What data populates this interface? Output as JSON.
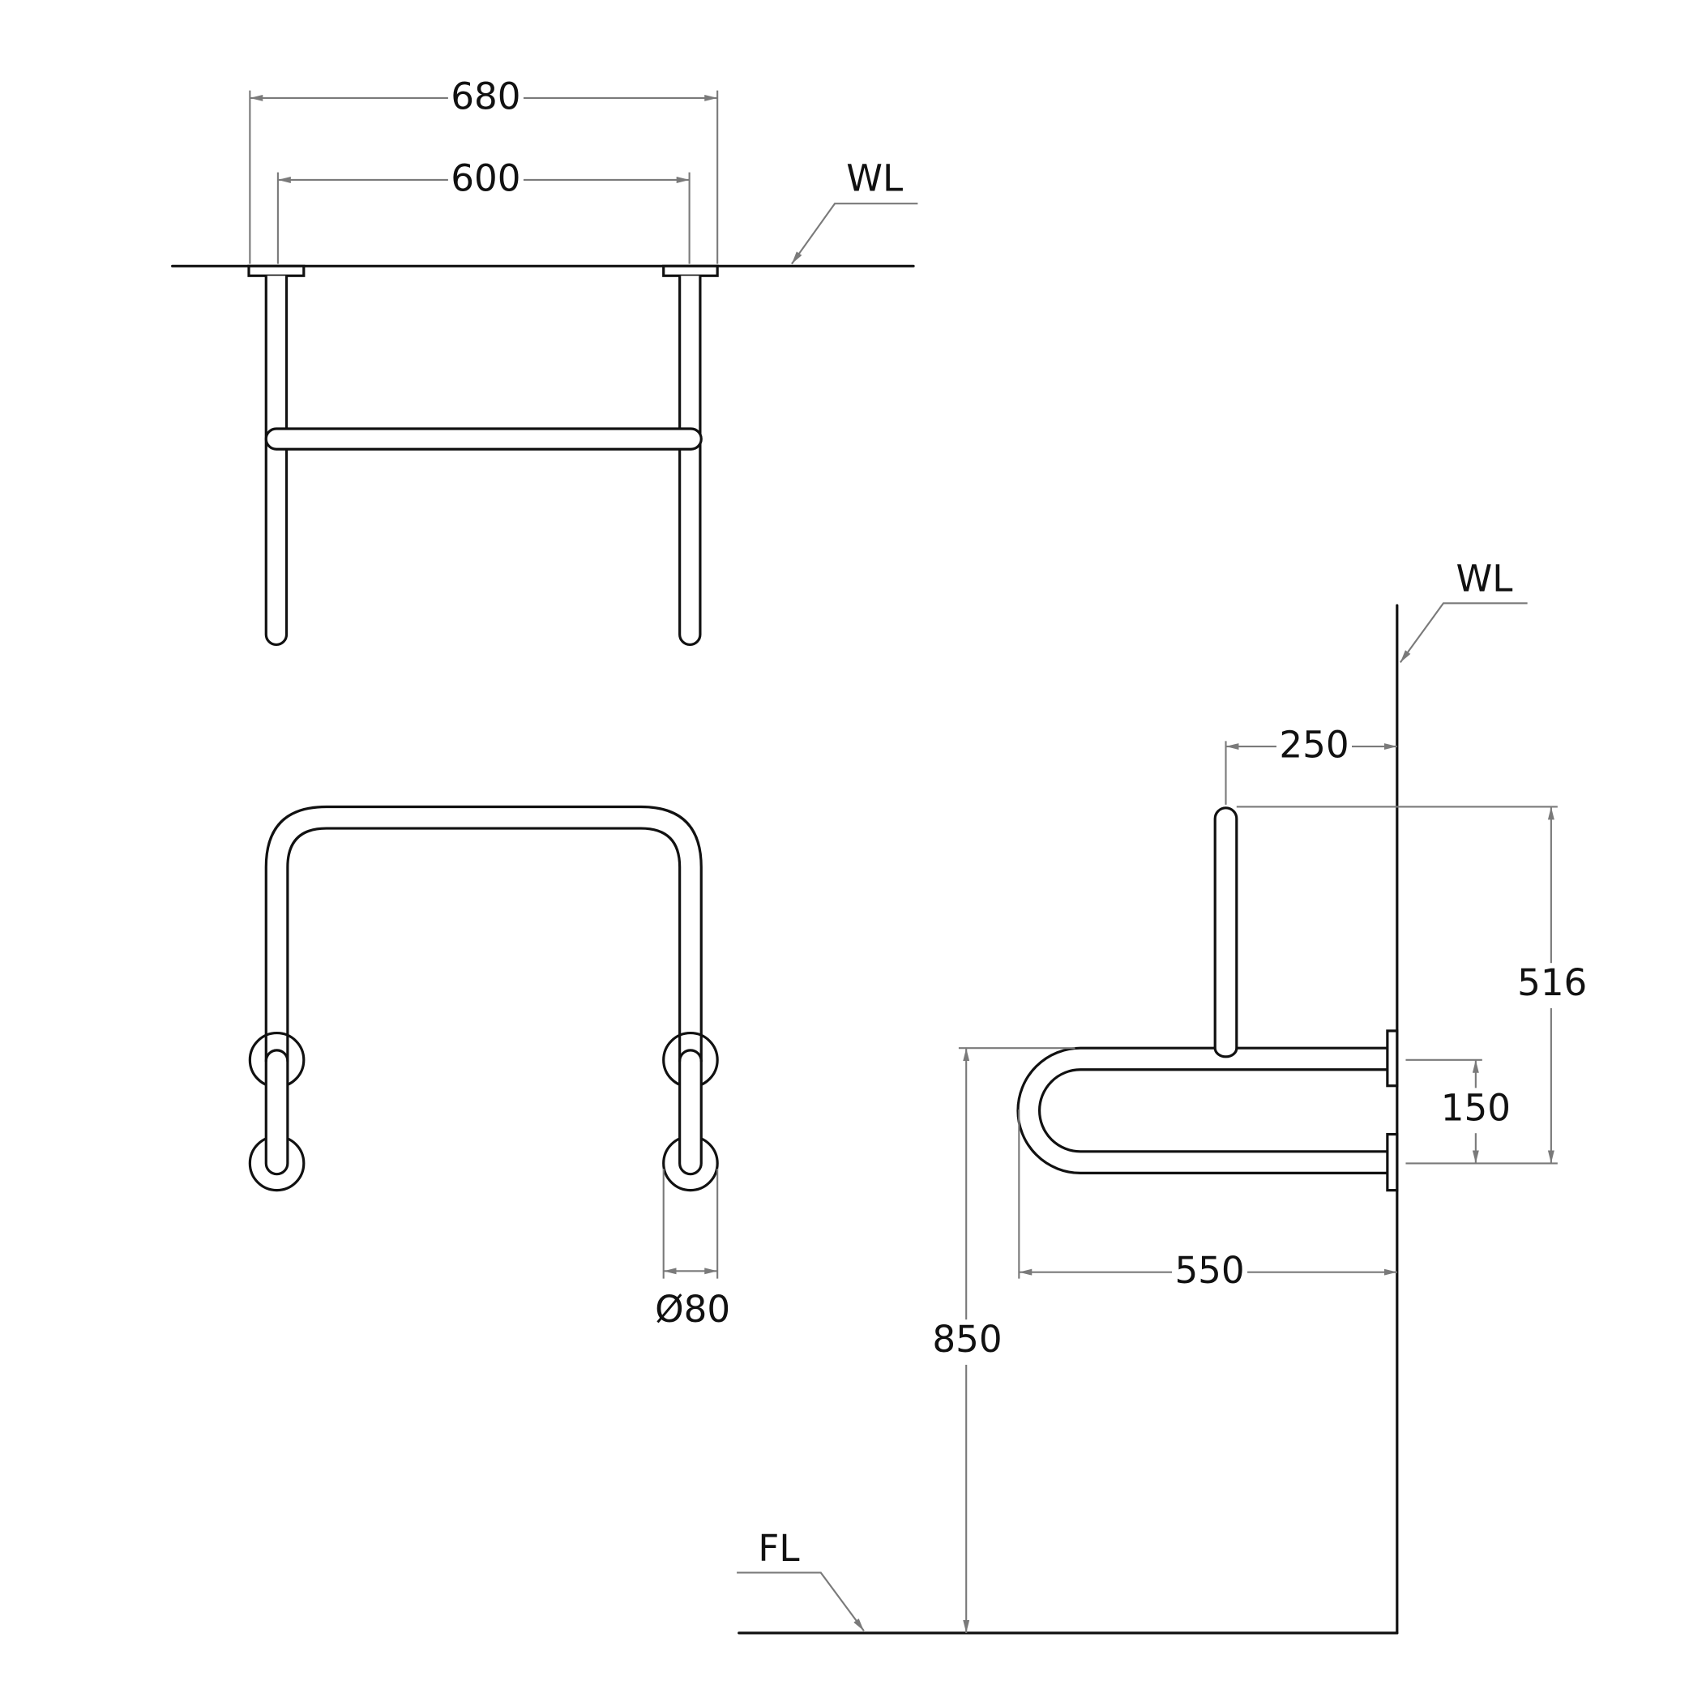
{
  "top_view": {
    "overall_width_label": "680",
    "center_width_label": "600",
    "wall_label": "WL"
  },
  "front_view": {
    "flange_diameter_label": "Ø80"
  },
  "side_view": {
    "wall_label": "WL",
    "floor_label": "FL",
    "upright_offset_label": "250",
    "upright_height_label": "516",
    "flange_spacing_label": "150",
    "projection_label": "550",
    "mounting_height_label": "850"
  },
  "colors": {
    "line": "#111111",
    "dimension": "#7a7a7a"
  }
}
